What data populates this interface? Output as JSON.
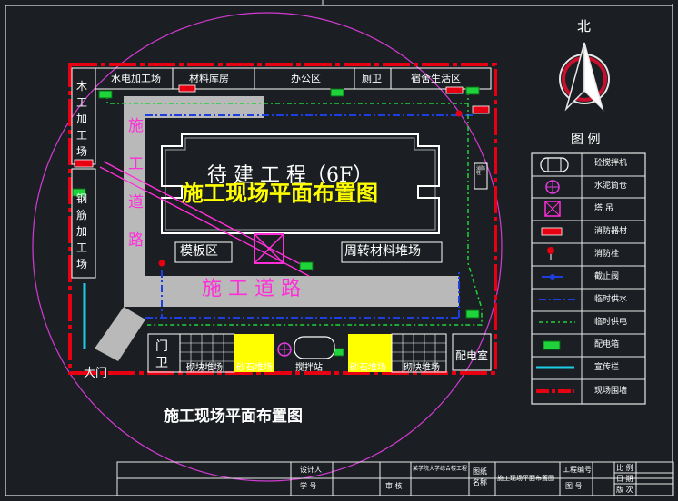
{
  "north_label": "北",
  "building_title": "待 建 工 程（6F）",
  "overlay_title": "施工现场平面布置图",
  "bottom_title": "施工现场平面布置图",
  "top_labels": [
    "水电加工场",
    "材料库房",
    "办公区",
    "厕卫",
    "宿舍生活区"
  ],
  "left_labels": {
    "wood": "木工加工场",
    "steel": "钢筋加工场"
  },
  "road_vertical": "施工道路",
  "road_horizontal": "施 工 道 路",
  "formwork": "模板区",
  "turnover": "周转材料堆场",
  "gate_guard": "门卫",
  "gate": "大门",
  "power_room": "配电室",
  "right_small": "消防栓",
  "bottom_yards": [
    "砌块堆场",
    "砂石堆场",
    "搅拌站",
    "砂石堆场",
    "砌块堆场"
  ],
  "legend": {
    "title": "图  例",
    "items": [
      "砼搅拌机",
      "水泥筒仓",
      "塔  吊",
      "消防器材",
      "消防栓",
      "截止阀",
      "临时供水",
      "临时供电",
      "配电箱",
      "宣传栏",
      "现场围墙"
    ]
  },
  "title_block": {
    "designer": "设计人",
    "student_no": "学  号",
    "reviewer": "审  核",
    "project": "某学院大学综合楼工程",
    "drawing_name_label": "图纸名称",
    "drawing_name": "施工现场平面布置图",
    "project_no": "工程编号",
    "drawing_no": "图  号",
    "scale": "比 例",
    "date": "日 期",
    "version": "版 次"
  },
  "colors": {
    "wall": "#e60012",
    "road": "#b9b9b9",
    "water": "#1d3fe0",
    "power": "#1ed43a",
    "text_overlay": "#ffff00",
    "magenta": "#ff2fd8",
    "cyan": "#1ccce6"
  }
}
